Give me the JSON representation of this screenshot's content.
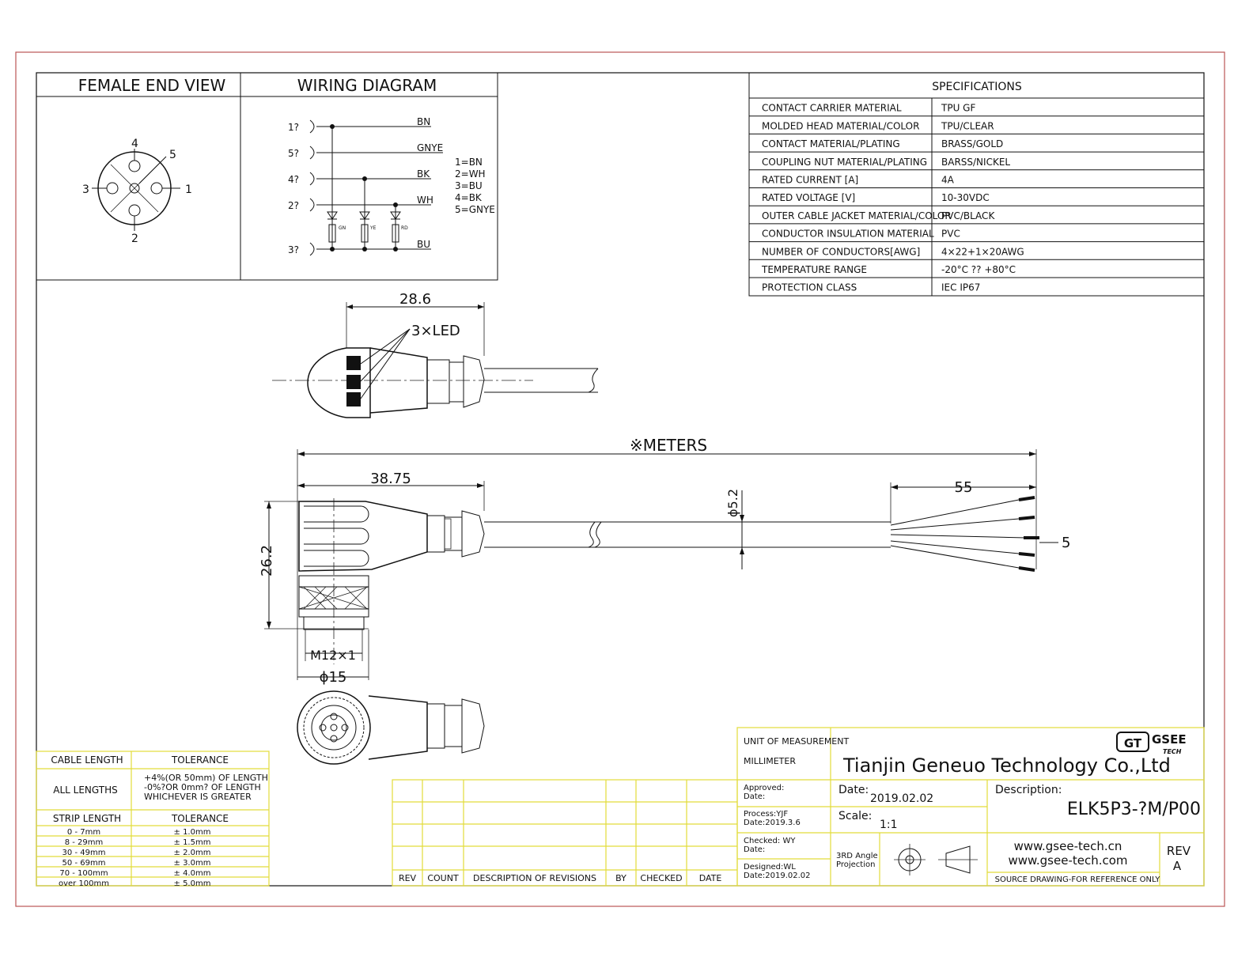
{
  "female_end_view": {
    "title": "FEMALE END VIEW",
    "pins": [
      "1",
      "2",
      "3",
      "4",
      "5"
    ]
  },
  "wiring_diagram": {
    "title": "WIRING DIAGRAM",
    "pins": [
      "1?",
      "5?",
      "4?",
      "2?",
      "3?"
    ],
    "wires": [
      "BN",
      "GNYE",
      "BK",
      "WH",
      "BU"
    ],
    "led_labels": [
      "GN",
      "YE",
      "RD"
    ],
    "legend": [
      "1=BN",
      "2=WH",
      "3=BU",
      "4=BK",
      "5=GNYE"
    ]
  },
  "specifications": {
    "title": "SPECIFICATIONS",
    "rows": [
      {
        "label": "CONTACT CARRIER MATERIAL",
        "value": "TPU GF"
      },
      {
        "label": "MOLDED HEAD MATERIAL/COLOR",
        "value": "TPU/CLEAR"
      },
      {
        "label": "CONTACT MATERIAL/PLATING",
        "value": "BRASS/GOLD"
      },
      {
        "label": "COUPLING NUT MATERIAL/PLATING",
        "value": "BARSS/NICKEL"
      },
      {
        "label": "RATED CURRENT [A]",
        "value": "4A"
      },
      {
        "label": "RATED VOLTAGE [V]",
        "value": "10-30VDC"
      },
      {
        "label": "OUTER CABLE JACKET MATERIAL/COLOR",
        "value": "PVC/BLACK"
      },
      {
        "label": "CONDUCTOR INSULATION MATERIAL",
        "value": "PVC"
      },
      {
        "label": "NUMBER OF CONDUCTORS[AWG]",
        "value": "4×22+1×20AWG"
      },
      {
        "label": "TEMPERATURE RANGE",
        "value": "-20°C ?? +80°C"
      },
      {
        "label": "PROTECTION CLASS",
        "value": "IEC  IP67"
      }
    ]
  },
  "dimensions": {
    "head_length": "28.6",
    "led_label": "3×LED",
    "meters": "※METERS",
    "body_length": "38.75",
    "strip": "55",
    "cable_dia": "ϕ5.2",
    "height": "26.2",
    "thread": "M12×1",
    "nut_dia": "ϕ15",
    "wire_count": "5"
  },
  "tolerance_table": {
    "header1": [
      "CABLE LENGTH",
      "TOLERANCE"
    ],
    "all_lengths": "ALL LENGTHS",
    "all_tol": [
      "+4%(OR 50mm) OF LENGTH",
      "-0%?OR 0mm? OF LENGTH",
      "WHICHEVER  IS  GREATER"
    ],
    "header2": [
      "STRIP LENGTH",
      "TOLERANCE"
    ],
    "rows": [
      {
        "len": "0 - 7mm",
        "tol": "± 1.0mm"
      },
      {
        "len": "8 - 29mm",
        "tol": "± 1.5mm"
      },
      {
        "len": "30 - 49mm",
        "tol": "± 2.0mm"
      },
      {
        "len": "50 - 69mm",
        "tol": "± 3.0mm"
      },
      {
        "len": "70 - 100mm",
        "tol": "± 4.0mm"
      },
      {
        "len": "over 100mm",
        "tol": "± 5.0mm"
      }
    ]
  },
  "revisions": {
    "headers": [
      "REV",
      "COUNT",
      "DESCRIPTION  OF  REVISIONS",
      "BY",
      "CHECKED",
      "DATE"
    ]
  },
  "title_block": {
    "unit_label": "UNIT OF MEASUREMENT",
    "unit_value": "MILLIMETER",
    "company": "Tianjin Geneuo Technology Co.,Ltd",
    "logo_short": "GT",
    "logo_text1": "GSEE",
    "logo_text2": "TECH",
    "approved": "Approved:",
    "approved_date": "Date:",
    "process": "Process:YJF",
    "process_date": "Date:2019.3.6",
    "checked": "Checked: WY",
    "checked_date": "Date:",
    "designed": "Designed:WL",
    "designed_date": "Date:2019.02.02",
    "date_label": "Date:",
    "date_value": "2019.02.02",
    "scale_label": "Scale:",
    "scale_value": "1:1",
    "projection": [
      "3RD Angle",
      "Projection"
    ],
    "description_label": "Description:",
    "description_value": "ELK5P3-?M/P00",
    "website1": "www.gsee-tech.cn",
    "website2": "www.gsee-tech.com",
    "rev_label": "REV",
    "rev_value": "A",
    "note": "SOURCE DRAWING-FOR REFERENCE ONLY"
  }
}
